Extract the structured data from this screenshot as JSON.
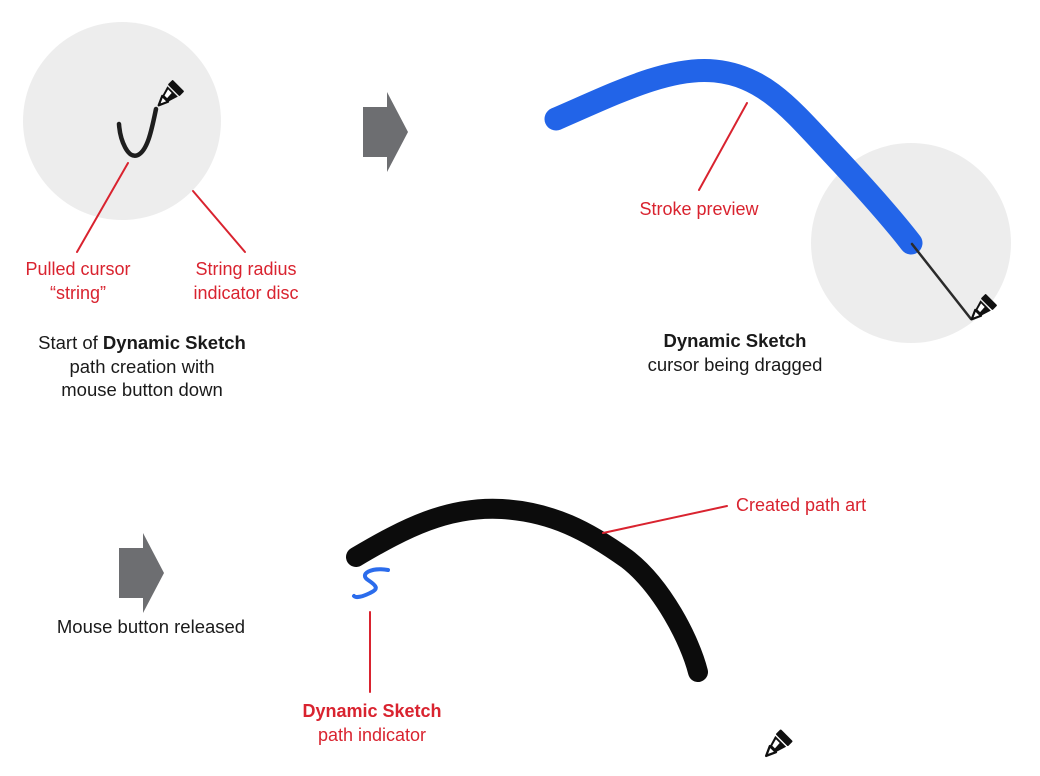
{
  "colors": {
    "red": "#D9232F",
    "blue_stroke": "#2264E8",
    "blue_indicator": "#2B6CEC",
    "disc_gray": "#EDEDED",
    "arrow_gray": "#6D6E71",
    "ink_black": "#0C0C0C",
    "text_black": "#1A1A1A"
  },
  "figure1": {
    "label_string_line1": "Pulled cursor",
    "label_string_line2": "“string”",
    "label_disc_line1": "String radius",
    "label_disc_line2": "indicator disc",
    "caption_prefix": "Start of ",
    "caption_bold": "Dynamic Sketch",
    "caption_line2": "path creation with",
    "caption_line3": "mouse button down"
  },
  "figure2": {
    "label_stroke_preview": "Stroke preview",
    "caption_bold": "Dynamic Sketch",
    "caption_line2": "cursor being dragged"
  },
  "figure3": {
    "step_label": "Mouse button released",
    "label_created_path": "Created path art",
    "label_indicator_bold": "Dynamic Sketch",
    "label_indicator_line2": "path indicator"
  },
  "icons": {
    "pen": "marker-pen-icon",
    "arrow": "step-arrow-icon"
  }
}
